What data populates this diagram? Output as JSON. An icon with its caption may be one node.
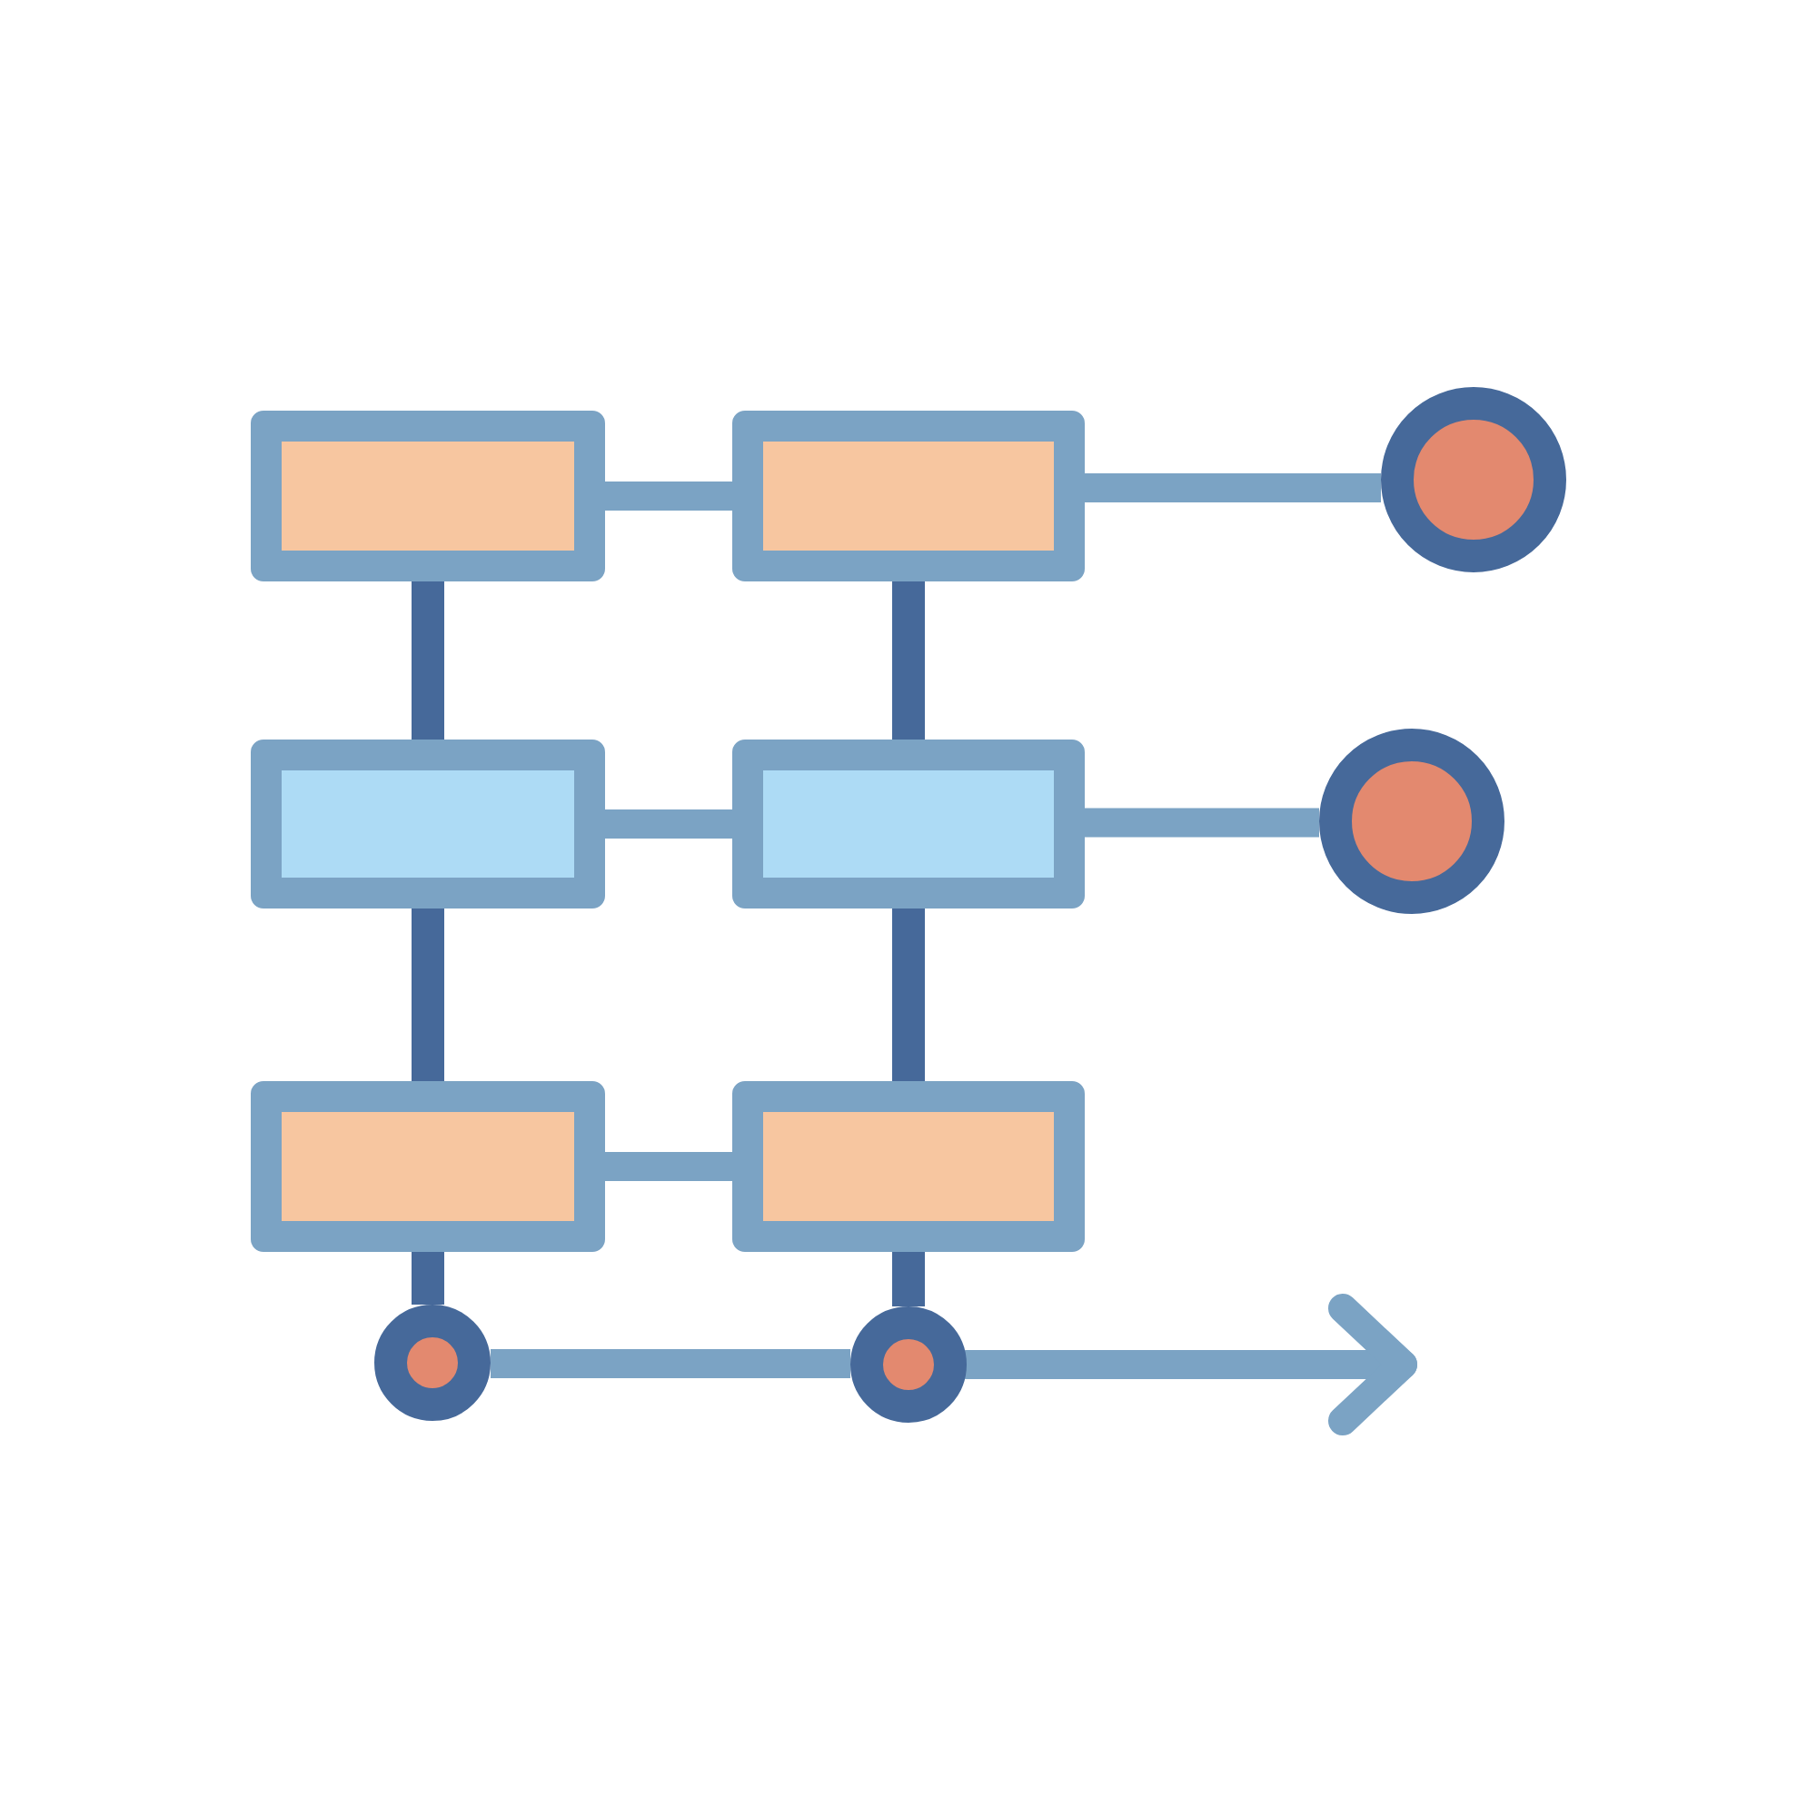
{
  "diagram": {
    "nodes": [
      {
        "text": [],
        "shape": "box"
      },
      {
        "text": [],
        "shape": "box"
      },
      {
        "text": [],
        "shape": "circle"
      },
      {
        "text": [],
        "shape": "box"
      },
      {
        "text": [],
        "shape": "box"
      },
      {
        "text": [],
        "shape": "circle"
      },
      {
        "text": [],
        "shape": "box"
      },
      {
        "text": [],
        "shape": "box"
      },
      {
        "text": [],
        "shape": "circle"
      },
      {
        "text": [],
        "shape": "circle"
      }
    ],
    "edges": [
      {
        "from": 0,
        "to": 1,
        "arrow": "none"
      },
      {
        "from": 1,
        "to": 2,
        "arrow": "none"
      },
      {
        "from": 0,
        "to": 3,
        "arrow": "none",
        "color": "#46699a"
      },
      {
        "from": 1,
        "to": 4,
        "arrow": "none",
        "color": "#46699a"
      },
      {
        "from": 3,
        "to": 4,
        "arrow": "none"
      },
      {
        "from": 4,
        "to": 5,
        "arrow": "none"
      },
      {
        "from": 3,
        "to": 6,
        "arrow": "none",
        "color": "#46699a"
      },
      {
        "from": 4,
        "to": 7,
        "arrow": "none",
        "color": "#46699a"
      },
      {
        "from": 6,
        "to": 7,
        "arrow": "none"
      },
      {
        "from": 6,
        "to": 8,
        "arrow": "none",
        "color": "#46699a"
      },
      {
        "from": 7,
        "to": 9,
        "arrow": "none",
        "color": "#46699a"
      },
      {
        "from": 8,
        "to": 9,
        "arrow": "none"
      },
      {
        "from": 9,
        "to": null,
        "arrow": "to"
      }
    ]
  }
}
